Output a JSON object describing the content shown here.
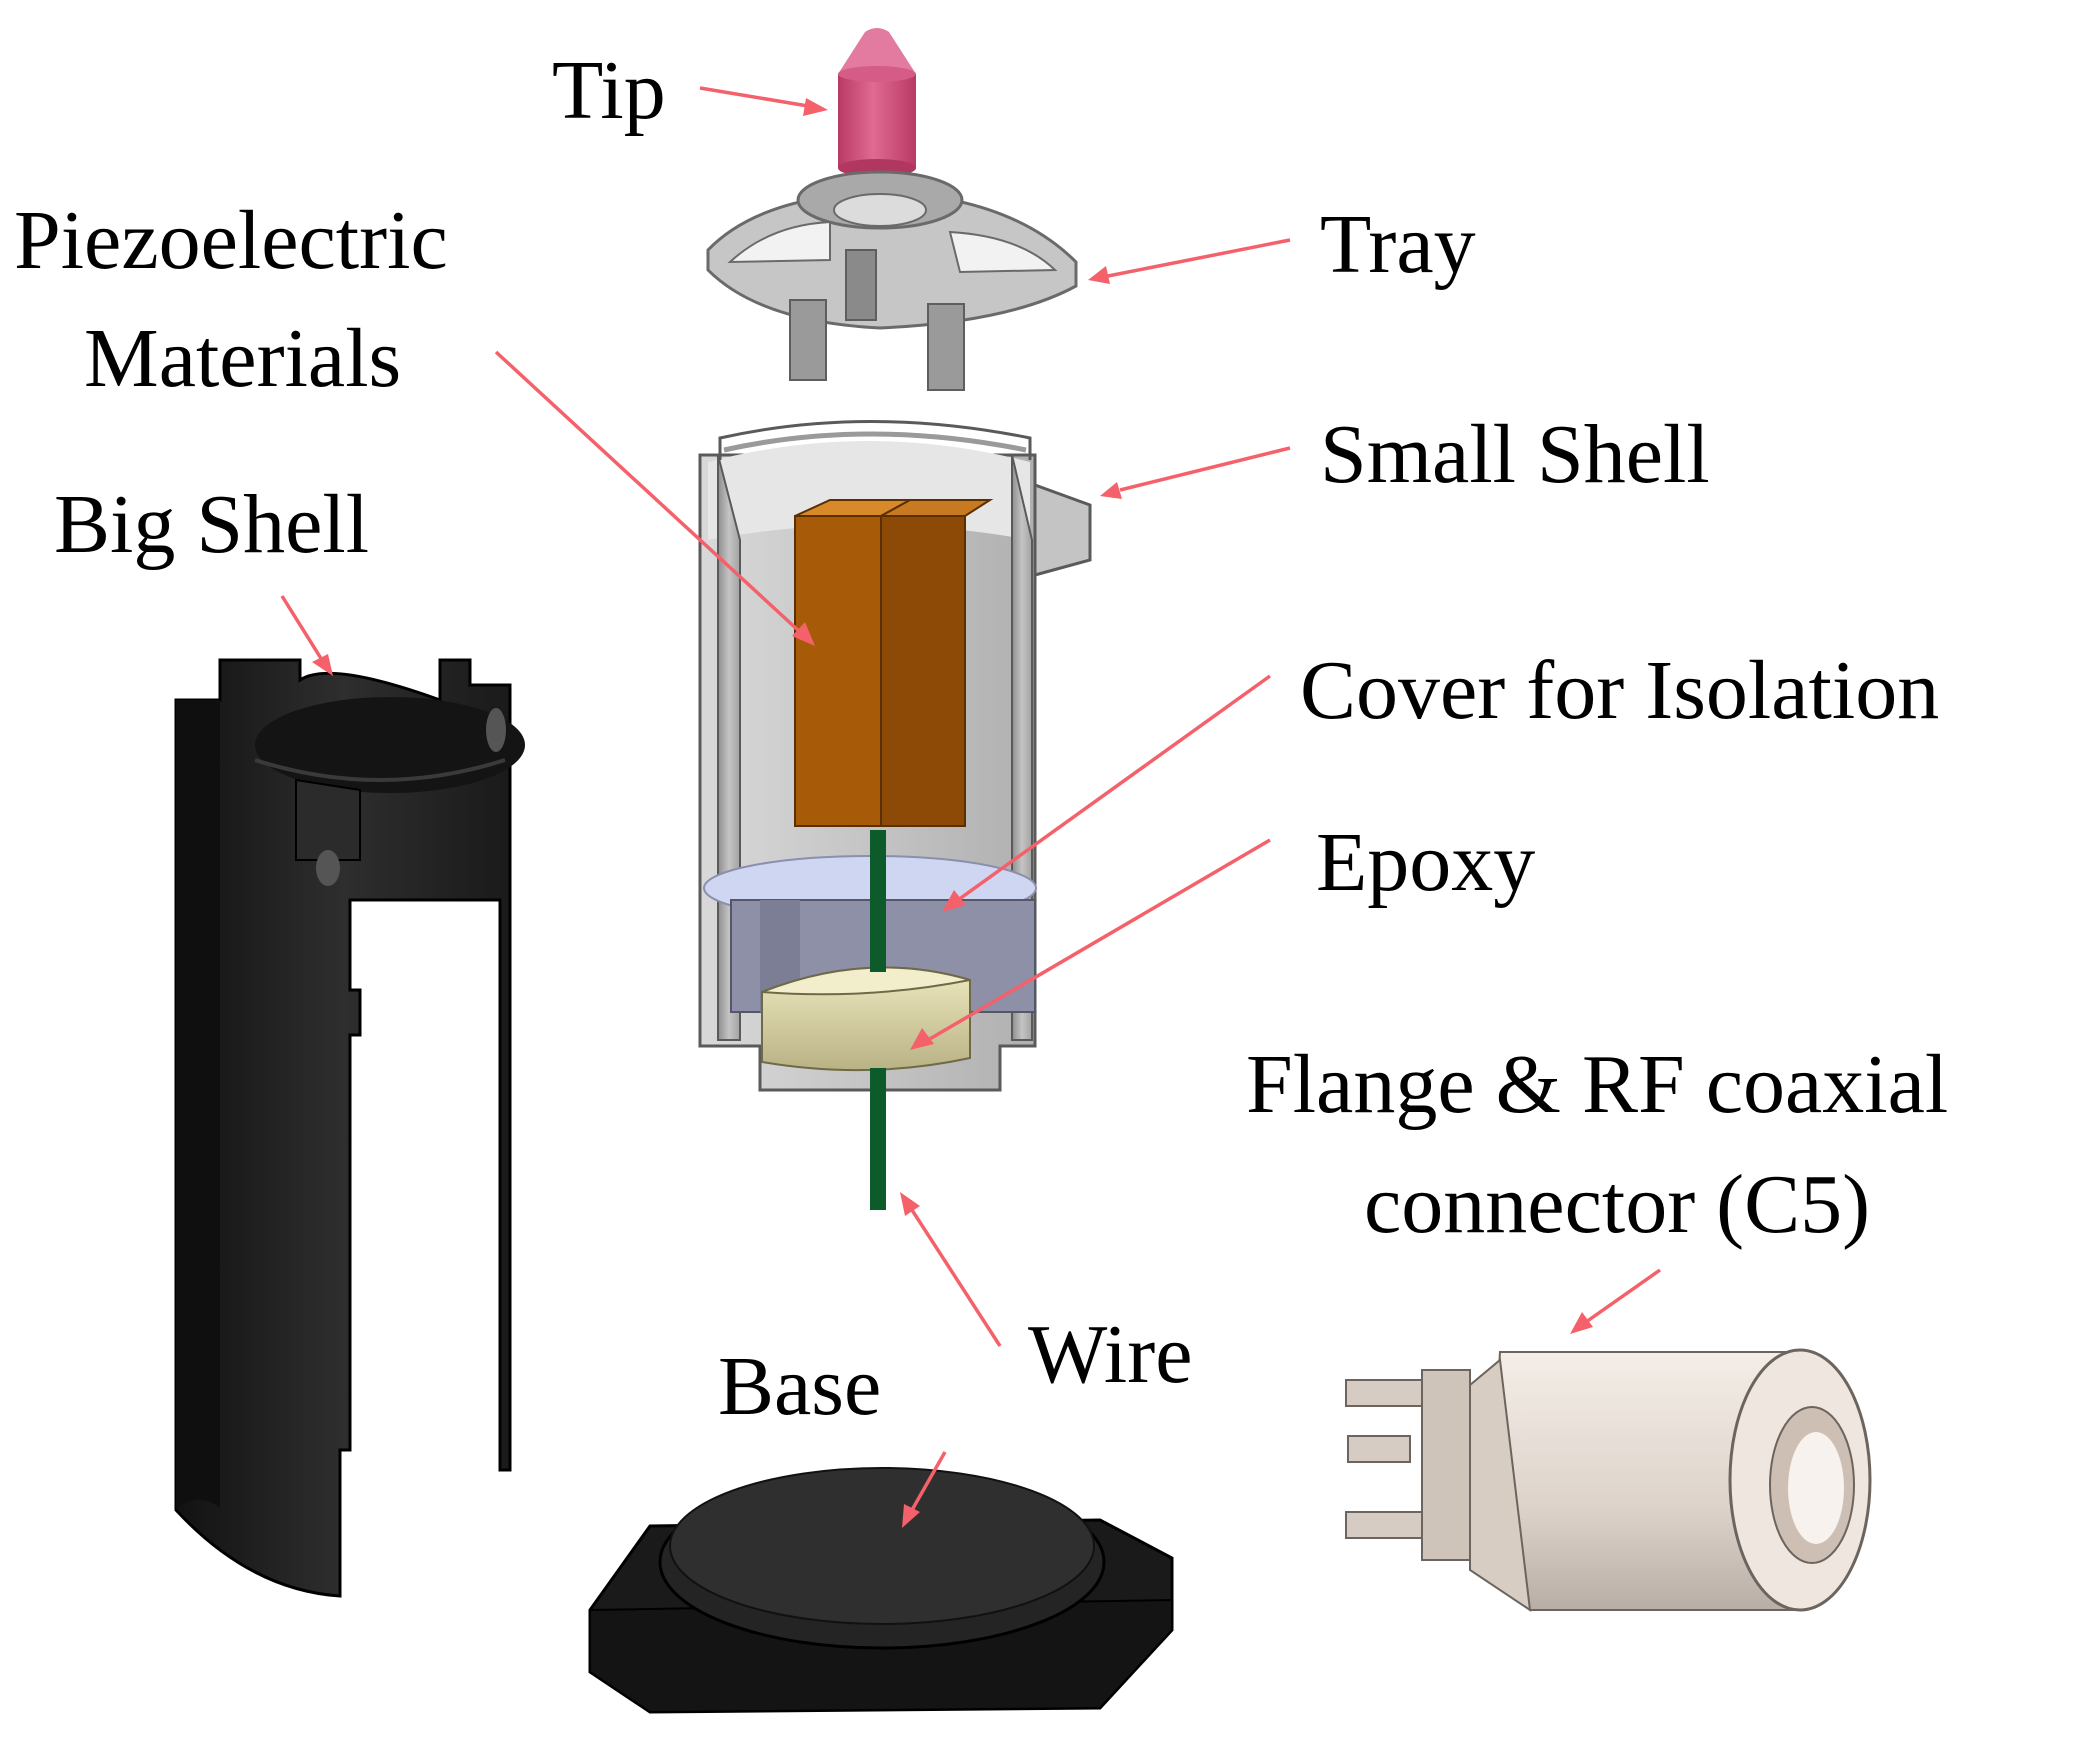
{
  "labels": {
    "tip": "Tip",
    "piezo_line1": "Piezoelectric",
    "piezo_line2": "Materials",
    "tray": "Tray",
    "small_shell": "Small Shell",
    "big_shell": "Big Shell",
    "cover": "Cover for Isolation",
    "epoxy": "Epoxy",
    "flange_line1": "Flange & RF coaxial",
    "flange_line2": "connector (C5)",
    "wire": "Wire",
    "base": "Base"
  },
  "colors": {
    "leader": "#f4616b",
    "tip": "#d95b83",
    "metal": "#b8b8b8",
    "piezo": "#b8650e",
    "wire": "#0d5a2a",
    "cover": "#c9d1f0",
    "epoxy_holder": "#8d90a6",
    "epoxy": "#ddd8a8",
    "dark_part": "#1e1e1e",
    "connector": "#e8e0d8"
  }
}
